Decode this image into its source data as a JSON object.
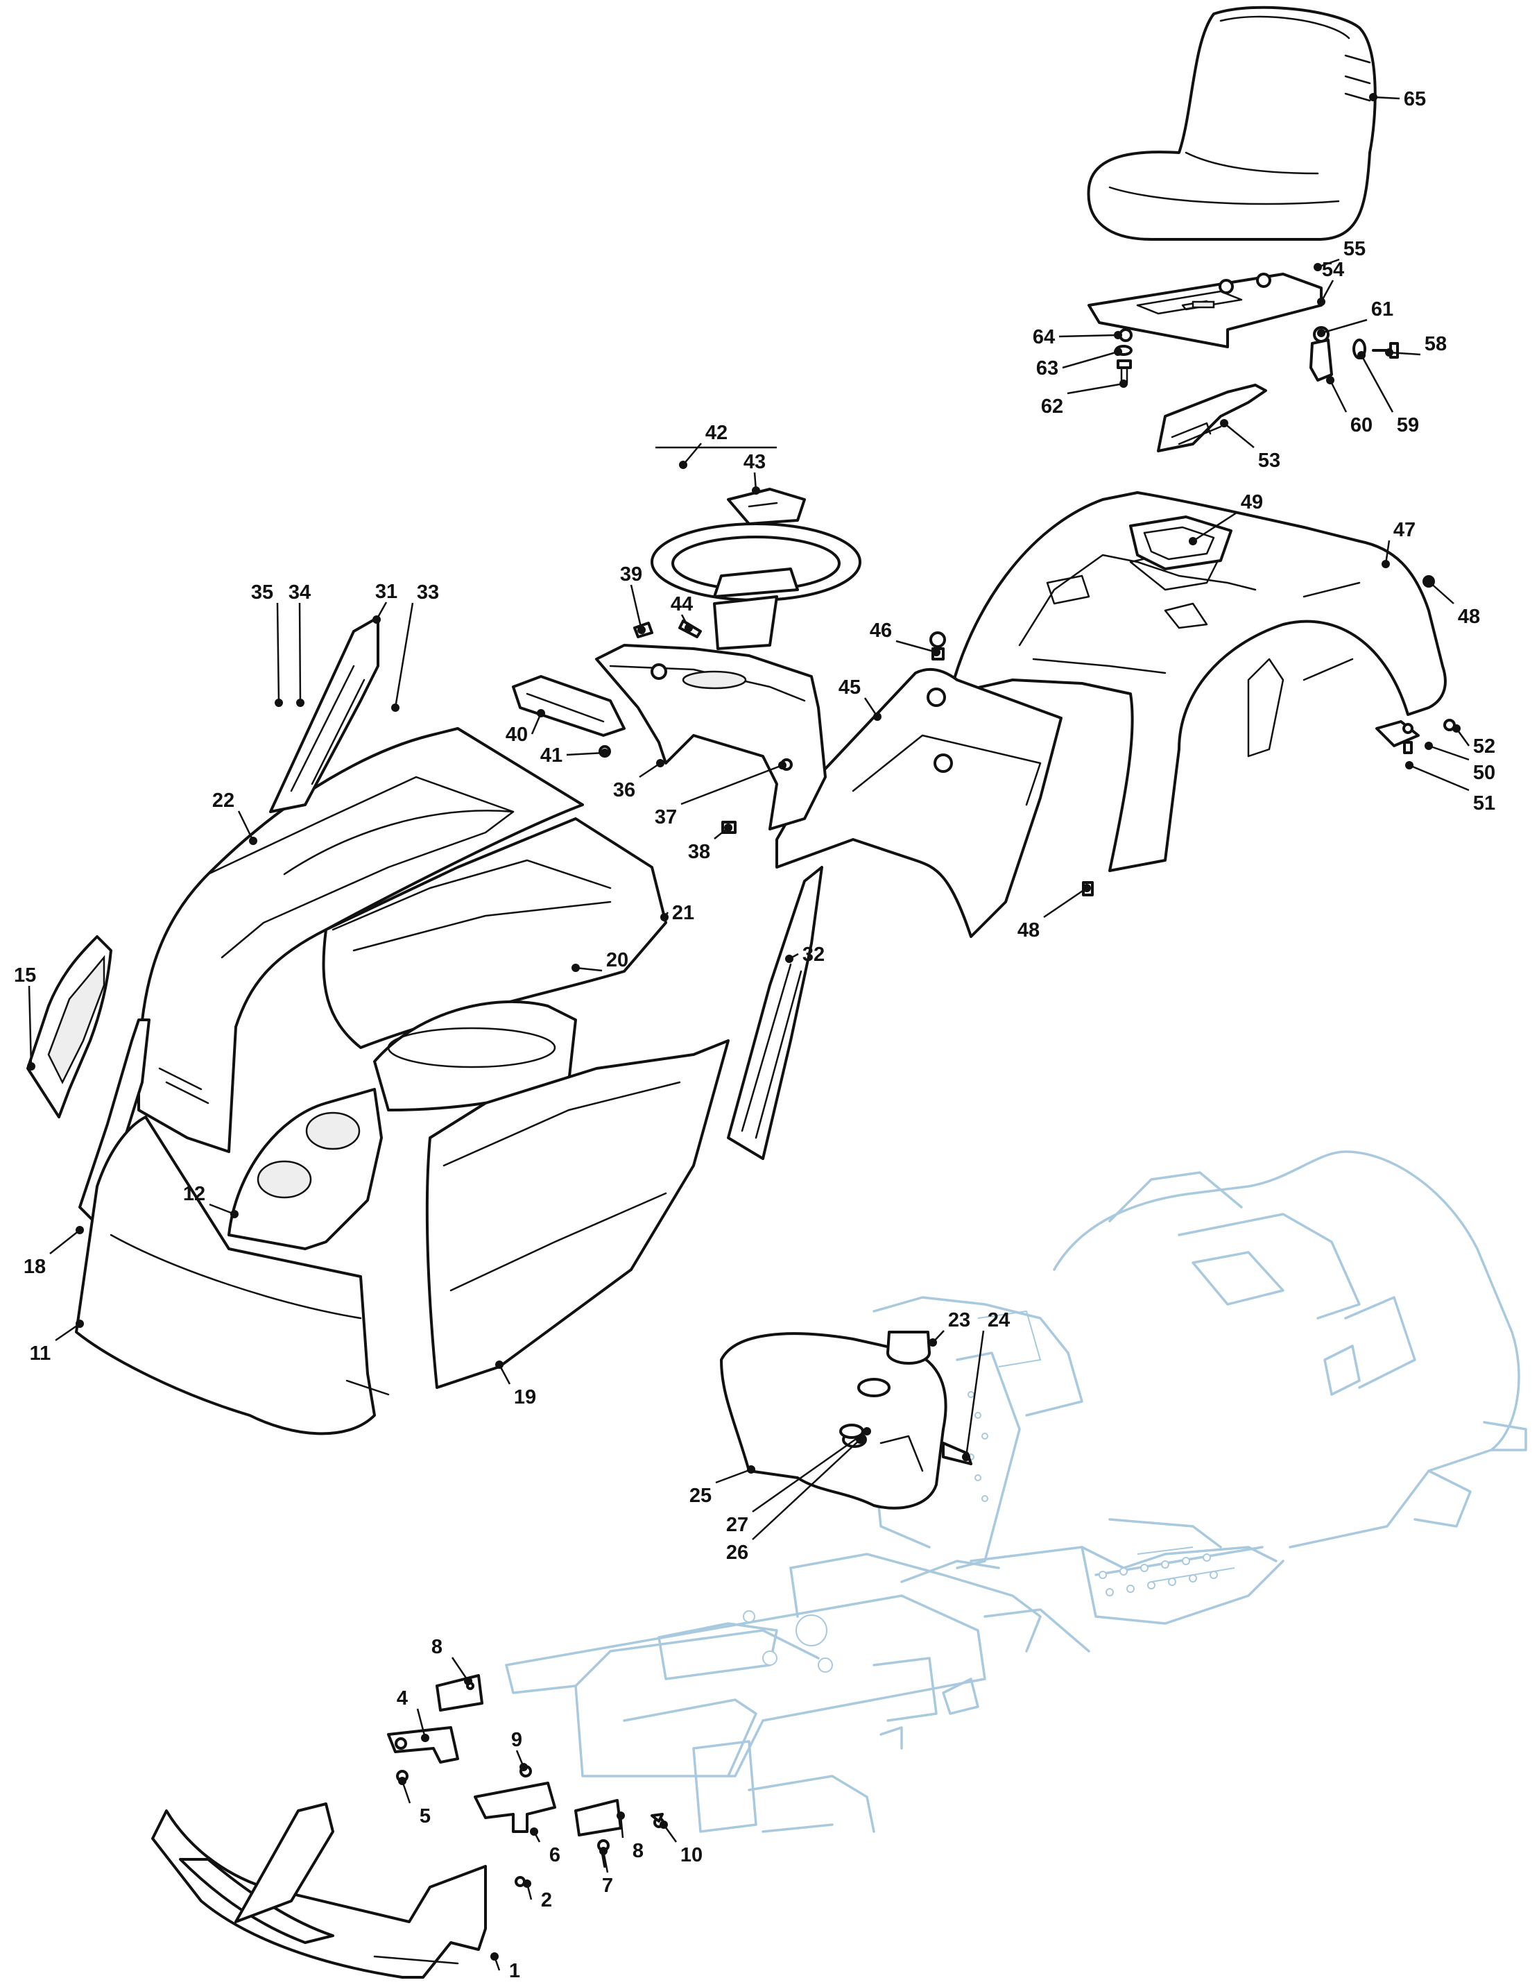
{
  "callouts": [
    {
      "id": "c1",
      "text": "1"
    },
    {
      "id": "c2",
      "text": "2"
    },
    {
      "id": "c4",
      "text": "4"
    },
    {
      "id": "c5",
      "text": "5"
    },
    {
      "id": "c6",
      "text": "6"
    },
    {
      "id": "c7",
      "text": "7"
    },
    {
      "id": "c8a",
      "text": "8"
    },
    {
      "id": "c8b",
      "text": "8"
    },
    {
      "id": "c9",
      "text": "9"
    },
    {
      "id": "c10",
      "text": "10"
    },
    {
      "id": "c11",
      "text": "11"
    },
    {
      "id": "c12",
      "text": "12"
    },
    {
      "id": "c15",
      "text": "15"
    },
    {
      "id": "c18",
      "text": "18"
    },
    {
      "id": "c19",
      "text": "19"
    },
    {
      "id": "c20",
      "text": "20"
    },
    {
      "id": "c21",
      "text": "21"
    },
    {
      "id": "c22",
      "text": "22"
    },
    {
      "id": "c23",
      "text": "23"
    },
    {
      "id": "c24",
      "text": "24"
    },
    {
      "id": "c25",
      "text": "25"
    },
    {
      "id": "c26",
      "text": "26"
    },
    {
      "id": "c27",
      "text": "27"
    },
    {
      "id": "c31",
      "text": "31"
    },
    {
      "id": "c32",
      "text": "32"
    },
    {
      "id": "c33",
      "text": "33"
    },
    {
      "id": "c34",
      "text": "34"
    },
    {
      "id": "c35",
      "text": "35"
    },
    {
      "id": "c36",
      "text": "36"
    },
    {
      "id": "c37",
      "text": "37"
    },
    {
      "id": "c38",
      "text": "38"
    },
    {
      "id": "c39",
      "text": "39"
    },
    {
      "id": "c40",
      "text": "40"
    },
    {
      "id": "c41",
      "text": "41"
    },
    {
      "id": "c42",
      "text": "42"
    },
    {
      "id": "c43",
      "text": "43"
    },
    {
      "id": "c44",
      "text": "44"
    },
    {
      "id": "c45",
      "text": "45"
    },
    {
      "id": "c46",
      "text": "46"
    },
    {
      "id": "c47",
      "text": "47"
    },
    {
      "id": "c48a",
      "text": "48"
    },
    {
      "id": "c48b",
      "text": "48"
    },
    {
      "id": "c49",
      "text": "49"
    },
    {
      "id": "c50",
      "text": "50"
    },
    {
      "id": "c51",
      "text": "51"
    },
    {
      "id": "c52",
      "text": "52"
    },
    {
      "id": "c53",
      "text": "53"
    },
    {
      "id": "c54",
      "text": "54"
    },
    {
      "id": "c55",
      "text": "55"
    },
    {
      "id": "c58",
      "text": "58"
    },
    {
      "id": "c59",
      "text": "59"
    },
    {
      "id": "c60",
      "text": "60"
    },
    {
      "id": "c61",
      "text": "61"
    },
    {
      "id": "c62",
      "text": "62"
    },
    {
      "id": "c63",
      "text": "63"
    },
    {
      "id": "c64",
      "text": "64"
    },
    {
      "id": "c65",
      "text": "65"
    }
  ],
  "colors": {
    "line": "#111111",
    "ghost": "#a9c9de",
    "background": "#ffffff"
  }
}
